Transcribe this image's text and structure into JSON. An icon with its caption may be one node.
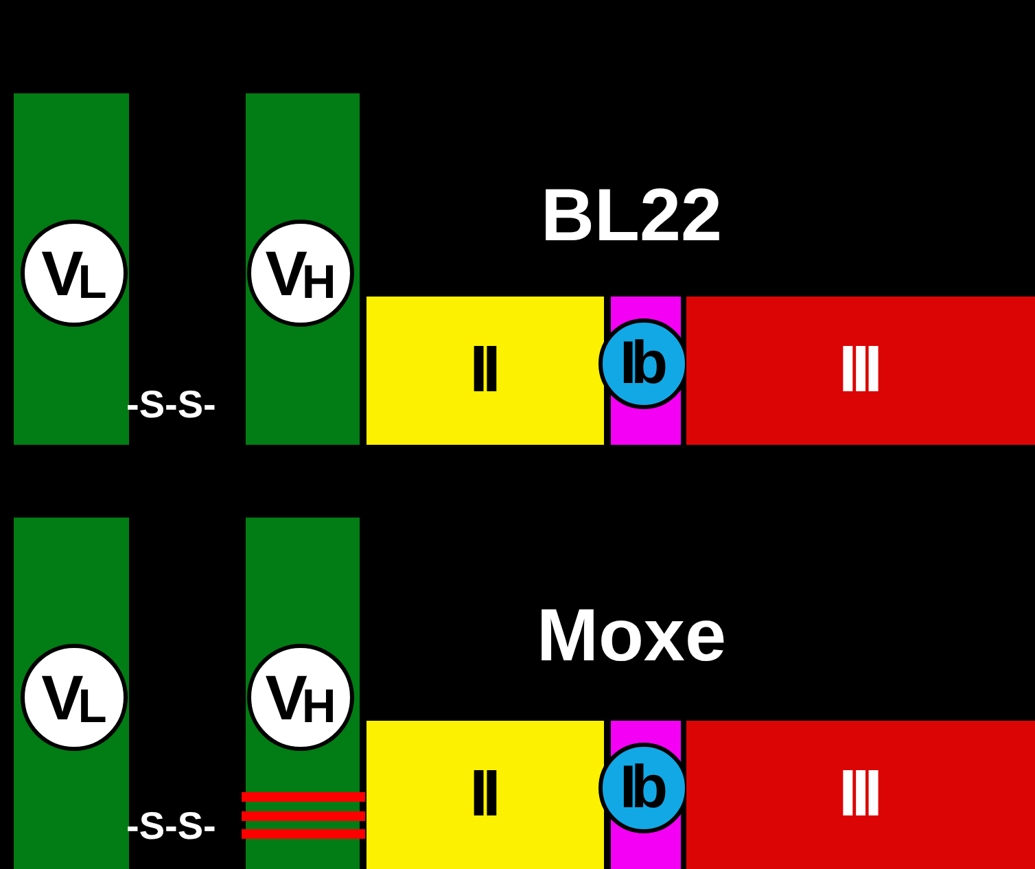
{
  "diagram": {
    "nodes": [
      {
        "text": [],
        "shape": "bar"
      },
      {
        "text": [
          "V$_{L}$"
        ],
        "in": 0
      },
      {
        "text": [],
        "shape": "bar"
      },
      {
        "text": [
          "V$_{H}$"
        ],
        "in": 2
      },
      {
        "text": [
          "II"
        ]
      },
      {
        "text": [],
        "shape": "bar"
      },
      {
        "text": [
          "Ib"
        ],
        "in": 5
      },
      {
        "text": [
          "III"
        ]
      },
      {
        "text": [],
        "shape": "bar"
      },
      {
        "text": [
          "V$_{L}$"
        ],
        "in": 8
      },
      {
        "text": [],
        "shape": "bar"
      },
      {
        "text": [
          "V$_{H}$"
        ],
        "in": 10
      },
      {
        "text": [
          "II"
        ]
      },
      {
        "text": [],
        "shape": "bar"
      },
      {
        "text": [
          "Ib"
        ],
        "in": 13
      },
      {
        "text": [
          "III"
        ]
      }
    ],
    "labels": [
      "BL22",
      "-S-S-",
      "Moxe",
      "-S-S-"
    ]
  }
}
